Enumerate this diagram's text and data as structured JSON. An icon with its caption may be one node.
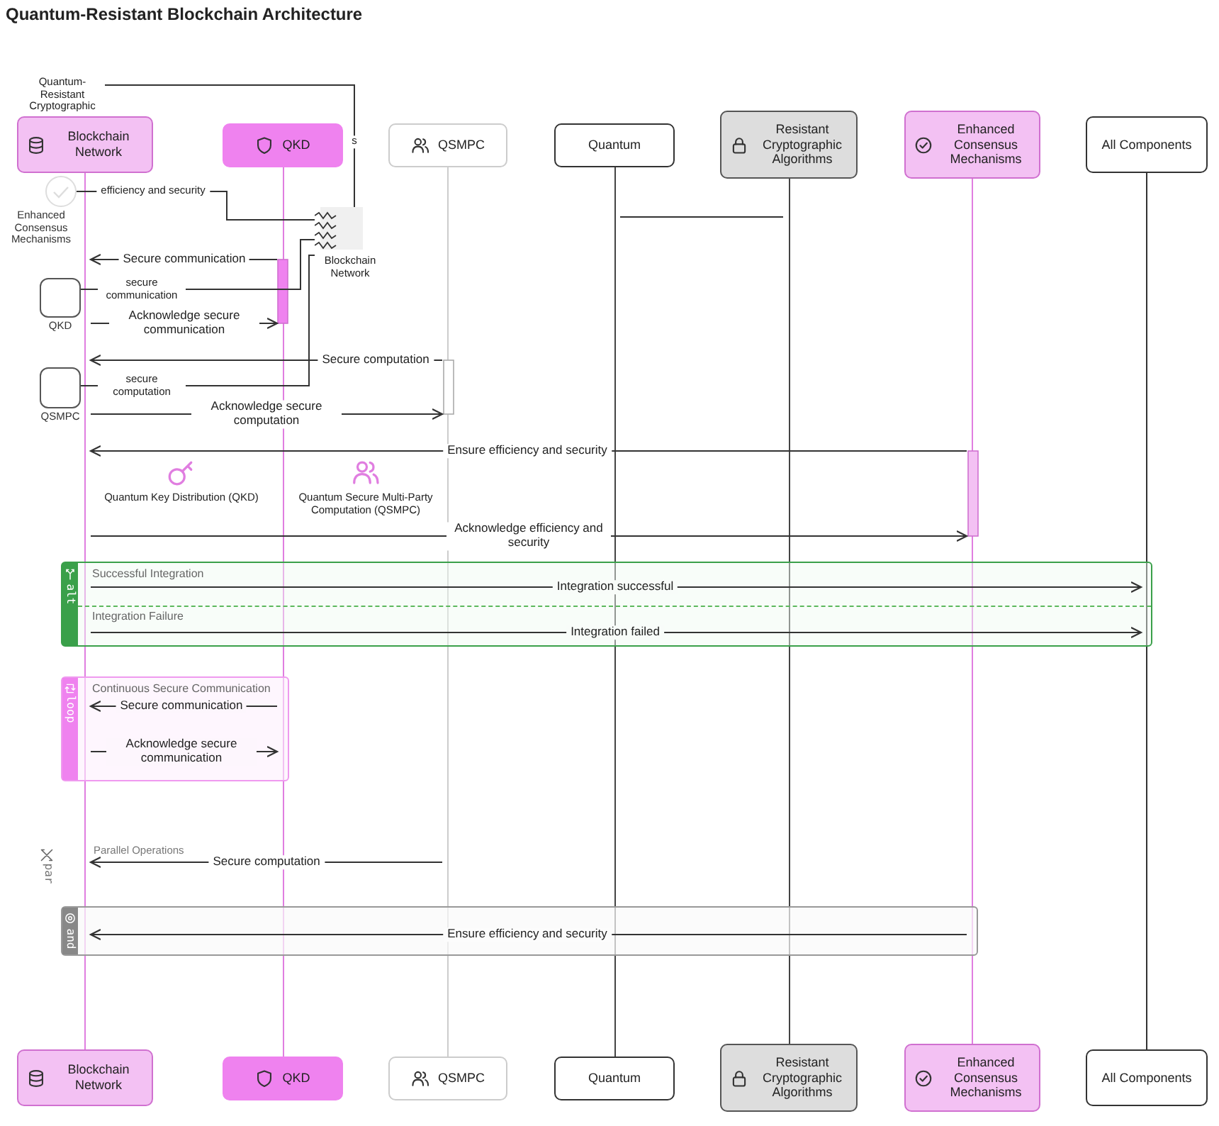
{
  "diagram": {
    "title": "Quantum-Resistant Blockchain Architecture",
    "nodes": [
      {
        "text": [
          "Quantum-Resistant Cryptographic"
        ]
      },
      {
        "text": [
          "Blockchain Network"
        ]
      },
      {
        "text": [
          "QKD"
        ]
      },
      {
        "text": [
          "QSMPC"
        ]
      },
      {
        "text": [
          "Quantum"
        ]
      },
      {
        "text": [
          "Resistant Cryptographic Algorithms"
        ]
      },
      {
        "text": [
          "Enhanced Consensus Mechanisms"
        ]
      },
      {
        "text": [
          "All Components"
        ]
      },
      {
        "text": [],
        "shape": "circle",
        "beside": [
          "Enhanced Consensus Mechanisms"
        ]
      },
      {
        "text": [
          "Blockchain Network"
        ]
      },
      {
        "text": [],
        "shape": "box",
        "beside": [
          "QKD"
        ]
      },
      {
        "text": [],
        "shape": "box",
        "beside": [
          "QSMPC"
        ]
      },
      {
        "text": [
          "Blockchain Network"
        ]
      },
      {
        "text": [
          "QKD"
        ]
      },
      {
        "text": [
          "QSMPC"
        ]
      },
      {
        "text": [
          "Quantum"
        ]
      },
      {
        "text": [
          "Resistant Cryptographic Algorithms"
        ]
      },
      {
        "text": [
          "Enhanced Consensus Mechanisms"
        ]
      },
      {
        "text": [
          "All Components"
        ]
      },
      {
        "text": [],
        "shape": "line"
      },
      {
        "text": [],
        "shape": "line"
      },
      {
        "text": [],
        "shape": "line"
      },
      {
        "text": [],
        "shape": "line"
      },
      {
        "text": [],
        "shape": "line"
      },
      {
        "text": [],
        "shape": "line"
      },
      {
        "text": [],
        "shape": "line"
      }
    ],
    "edges": [
      {
        "from": 0,
        "to": 9,
        "arrow": "none",
        "label": "s"
      },
      {
        "from": 8,
        "to": 9,
        "arrow": "none",
        "label": "efficiency and security"
      },
      {
        "from": 22,
        "to": 23,
        "arrow": "none"
      },
      {
        "from": 20,
        "to": 19,
        "arrow": "to",
        "label": "Secure communication"
      },
      {
        "from": 10,
        "to": 9,
        "arrow": "none",
        "label": "secure communication"
      },
      {
        "from": 19,
        "to": 20,
        "arrow": "to",
        "label": "Acknowledge secure communication"
      },
      {
        "from": 21,
        "to": 19,
        "arrow": "to",
        "label": "Secure computation"
      },
      {
        "from": 11,
        "to": 9,
        "arrow": "none",
        "label": "secure computation"
      },
      {
        "from": 19,
        "to": 21,
        "arrow": "to",
        "label": "Acknowledge secure computation"
      },
      {
        "from": 24,
        "to": 19,
        "arrow": "to",
        "label": "Ensure efficiency and security"
      },
      {
        "from": 19,
        "to": 24,
        "arrow": "to",
        "label": "Acknowledge efficiency and security"
      },
      {
        "from": 19,
        "to": 25,
        "arrow": "to",
        "label": "Integration successful"
      },
      {
        "from": 19,
        "to": 25,
        "arrow": "to",
        "label": "Integration failed"
      },
      {
        "from": 20,
        "to": 19,
        "arrow": "to",
        "label": "Secure communication"
      },
      {
        "from": 19,
        "to": 20,
        "arrow": "to",
        "label": "Acknowledge secure communication"
      },
      {
        "from": 21,
        "to": 19,
        "arrow": "to",
        "label": "Secure computation"
      },
      {
        "from": 24,
        "to": 19,
        "arrow": "to",
        "label": "Ensure efficiency and security"
      }
    ],
    "labels": [
      "Quantum Key Distribution (QKD)",
      "Quantum Secure Multi-Party Computation (QSMPC)",
      "alt",
      "Successful Integration",
      "Integration Failure",
      "loop",
      "Continuous Secure Communication",
      "par",
      "Parallel Operations",
      "and"
    ]
  }
}
